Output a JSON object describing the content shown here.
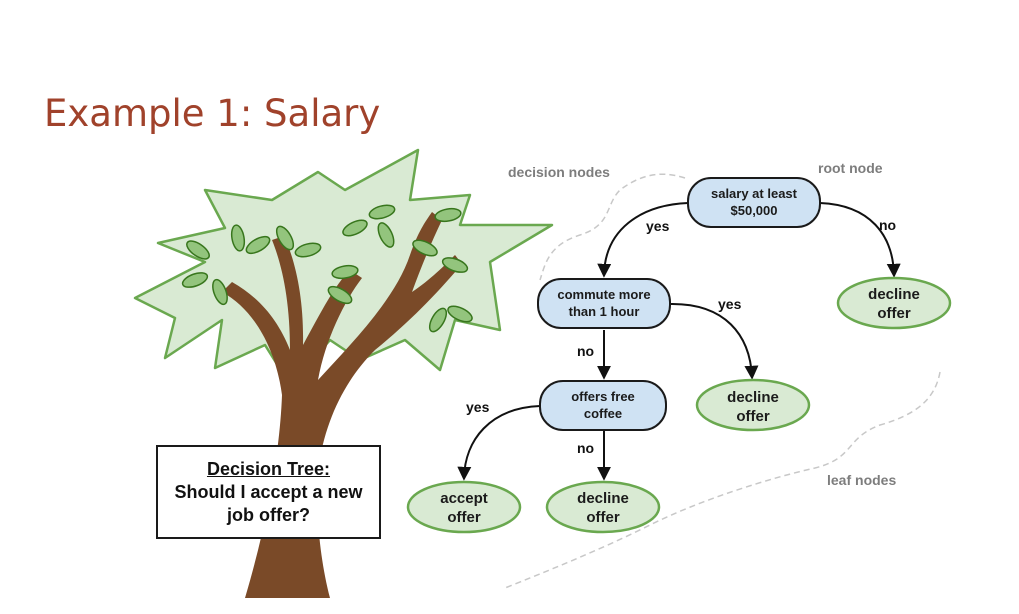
{
  "slide": {
    "title": "Example 1: Salary"
  },
  "caption": {
    "title": "Decision Tree:",
    "line1": "Should I accept a new",
    "line2": "job offer?"
  },
  "colors": {
    "title": "#a0422b",
    "decision_fill": "#cfe2f3",
    "leaf_fill": "#d9ead3",
    "leaf_stroke": "#6aa84f",
    "trunk": "#7a4a28",
    "foliage": "#d9ead3",
    "foliage_stroke": "#6aa84f"
  },
  "annotations": {
    "decision_nodes": "decision nodes",
    "root_node": "root node",
    "leaf_nodes": "leaf nodes"
  },
  "nodes": {
    "root": {
      "line1": "salary at least",
      "line2": "$50,000"
    },
    "commute": {
      "line1": "commute more",
      "line2": "than 1 hour"
    },
    "coffee": {
      "line1": "offers free",
      "line2": "coffee"
    },
    "leaf_decline_1": {
      "line1": "decline",
      "line2": "offer"
    },
    "leaf_decline_2": {
      "line1": "decline",
      "line2": "offer"
    },
    "leaf_decline_3": {
      "line1": "decline",
      "line2": "offer"
    },
    "leaf_accept": {
      "line1": "accept",
      "line2": "offer"
    }
  },
  "edges": {
    "root_yes": "yes",
    "root_no": "no",
    "commute_yes": "yes",
    "commute_no": "no",
    "coffee_yes": "yes",
    "coffee_no": "no"
  }
}
